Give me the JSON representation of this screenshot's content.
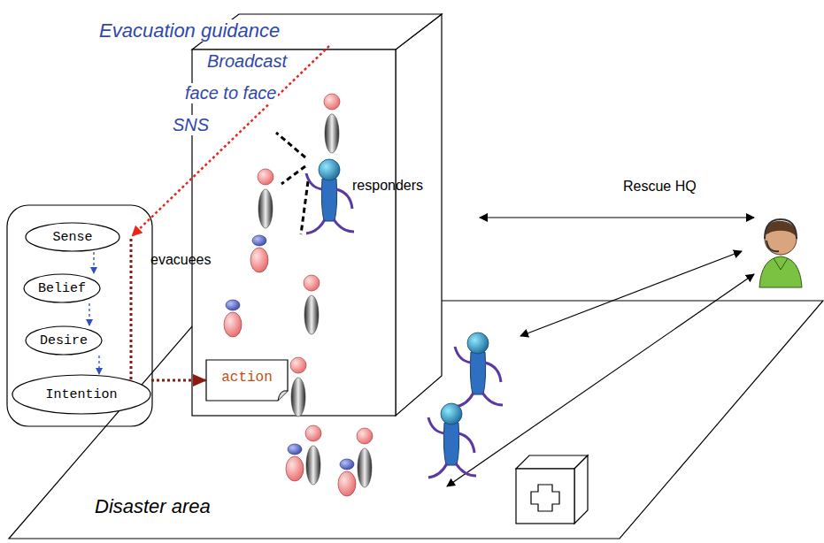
{
  "diagram": {
    "nodes": [
      {
        "text": [
          "Sense"
        ]
      },
      {
        "text": [
          "Belief"
        ]
      },
      {
        "text": [
          "Desire"
        ]
      },
      {
        "text": [
          "Intention"
        ]
      },
      {
        "text": [
          "action"
        ]
      }
    ],
    "edges": [
      {
        "from": 0,
        "to": 1,
        "arrow": "to"
      },
      {
        "from": 1,
        "to": 2,
        "arrow": "to"
      },
      {
        "from": 2,
        "to": 3,
        "arrow": "to"
      },
      {
        "from": 3,
        "to": 4,
        "arrow": "to"
      }
    ],
    "labels": [
      "Evacuation guidance",
      "Broadcast",
      "face to face",
      "SNS",
      "responders",
      "Rescue HQ",
      "evacuees",
      "Disaster area"
    ]
  }
}
